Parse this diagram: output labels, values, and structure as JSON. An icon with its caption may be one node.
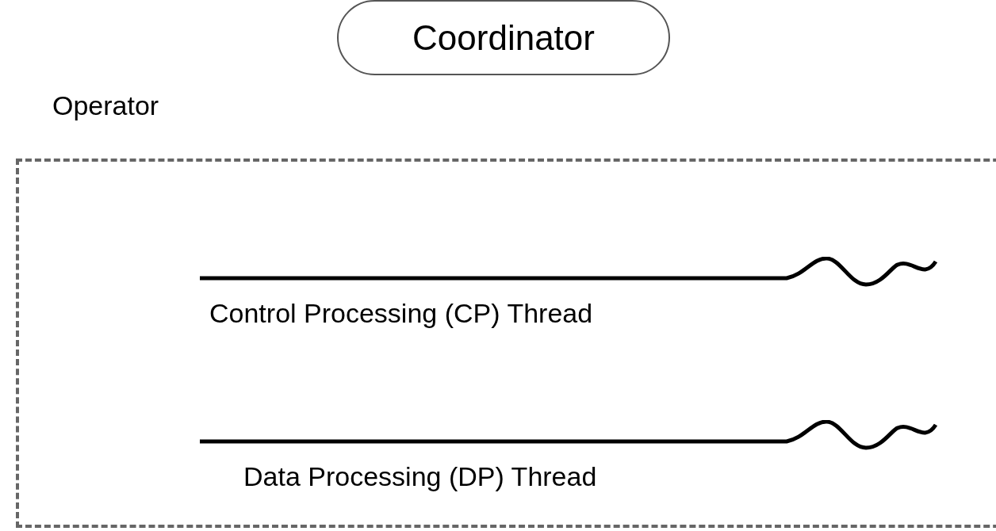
{
  "diagram": {
    "nodes": [
      {
        "text": [
          "Coordinator"
        ]
      },
      {
        "text": [
          "Operator"
        ]
      },
      {
        "text": [
          "Control Processing (CP) Thread"
        ],
        "in": 1
      },
      {
        "text": [
          "Data Processing (DP) Thread"
        ],
        "in": 1
      }
    ],
    "edges": []
  }
}
